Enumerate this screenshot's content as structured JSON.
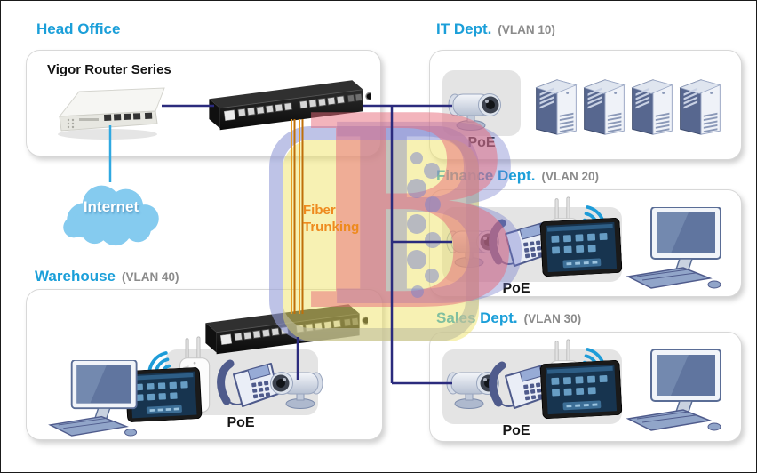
{
  "head_office": {
    "title": "Head Office",
    "router_label": "Vigor Router Series"
  },
  "internet": {
    "label": "Internet"
  },
  "fiber": {
    "line1": "Fiber",
    "line2": "Trunking"
  },
  "it": {
    "title": "IT Dept.",
    "vlan": "(VLAN 10)",
    "poe": "PoE"
  },
  "finance": {
    "title": "Finance Dept.",
    "vlan": "(VLAN 20)",
    "poe": "PoE"
  },
  "sales": {
    "title": "Sales Dept.",
    "vlan": "(VLAN 30)",
    "poe": "PoE"
  },
  "warehouse": {
    "title": "Warehouse",
    "vlan": "(VLAN 40)",
    "poe": "PoE"
  },
  "colors": {
    "title_blue": "#1b9fd9",
    "vlan_gray": "#8b8b8b",
    "fiber_orange": "#ee8a1e",
    "trunk_navy": "#2b2b7d",
    "internet_line_cyan": "#2fa8e1",
    "cloud_blue": "#85cbef",
    "watermark_yellow": "#f5efaf",
    "watermark_pink": "#f2b3be",
    "watermark_lavender": "#aab0de"
  }
}
